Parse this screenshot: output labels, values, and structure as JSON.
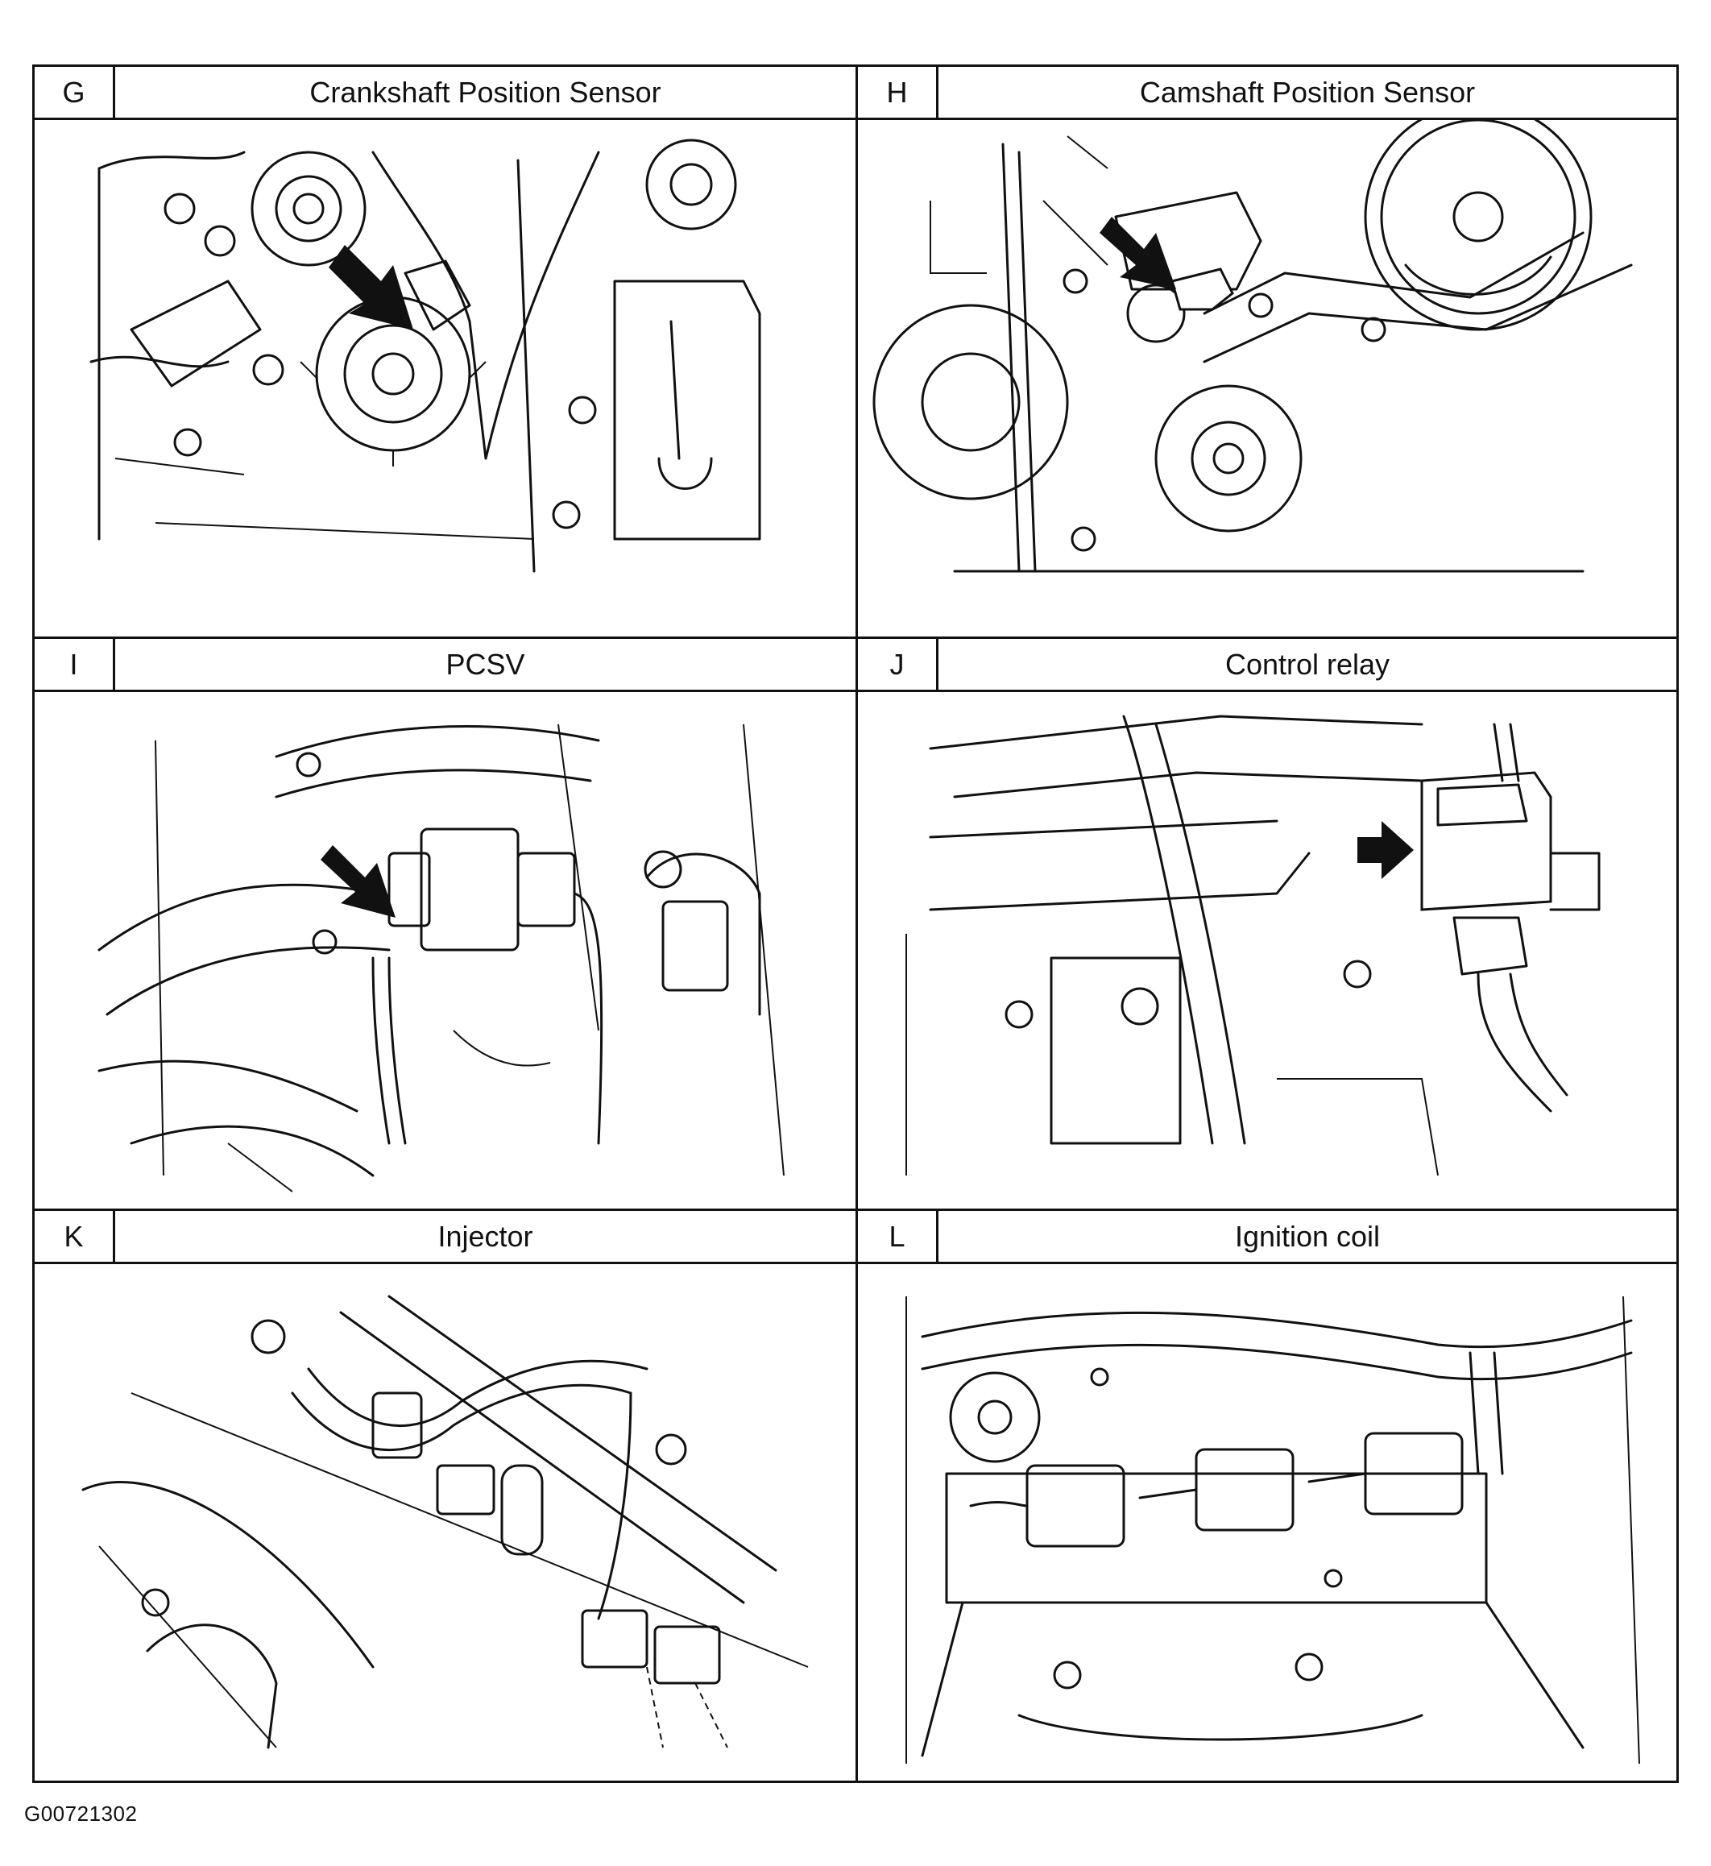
{
  "panels": [
    {
      "letter": "G",
      "title": "Crankshaft Position Sensor"
    },
    {
      "letter": "H",
      "title": "Camshaft Position Sensor"
    },
    {
      "letter": "I",
      "title": "PCSV"
    },
    {
      "letter": "J",
      "title": "Control relay"
    },
    {
      "letter": "K",
      "title": "Injector"
    },
    {
      "letter": "L",
      "title": "Ignition coil"
    }
  ],
  "figure_code": "G00721302"
}
